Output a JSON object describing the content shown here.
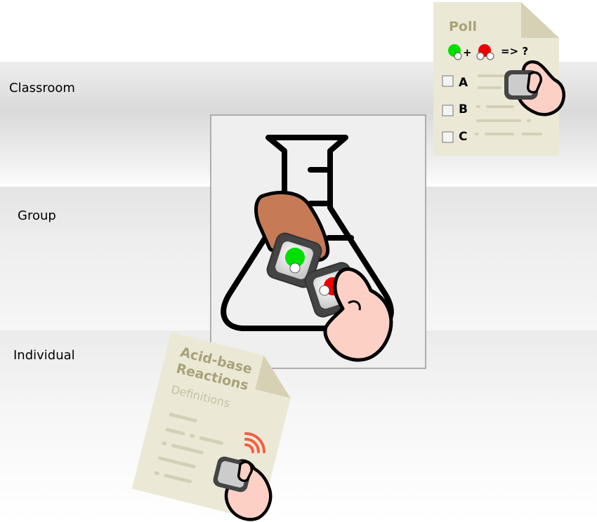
{
  "levels": {
    "classroom": "Classroom",
    "group": "Group",
    "individual": "Individual"
  },
  "poll": {
    "title": "Poll",
    "equation_tail": "=> ?",
    "plus": "+",
    "options": [
      "A",
      "B",
      "C"
    ]
  },
  "worksheet": {
    "title_line1": "Acid-base",
    "title_line2": "Reactions",
    "subtitle": "Definitions"
  },
  "colors": {
    "paper": "#ebe8d6",
    "paper_fold": "#d6d1b4",
    "paper_title": "#a8a27a",
    "paper_lines": "#d4d0b8",
    "hand_light": "#fdd0c6",
    "hand_dark": "#c67a56",
    "molecule_green": "#00e000",
    "molecule_red": "#ee0000",
    "signal": "#f06040",
    "tile_fill": "#cccccc",
    "tile_stroke": "#444444"
  },
  "icons": [
    "flask-icon",
    "hand-icon",
    "tangible-tile-icon",
    "wireless-signal-icon",
    "checkbox-icon"
  ]
}
